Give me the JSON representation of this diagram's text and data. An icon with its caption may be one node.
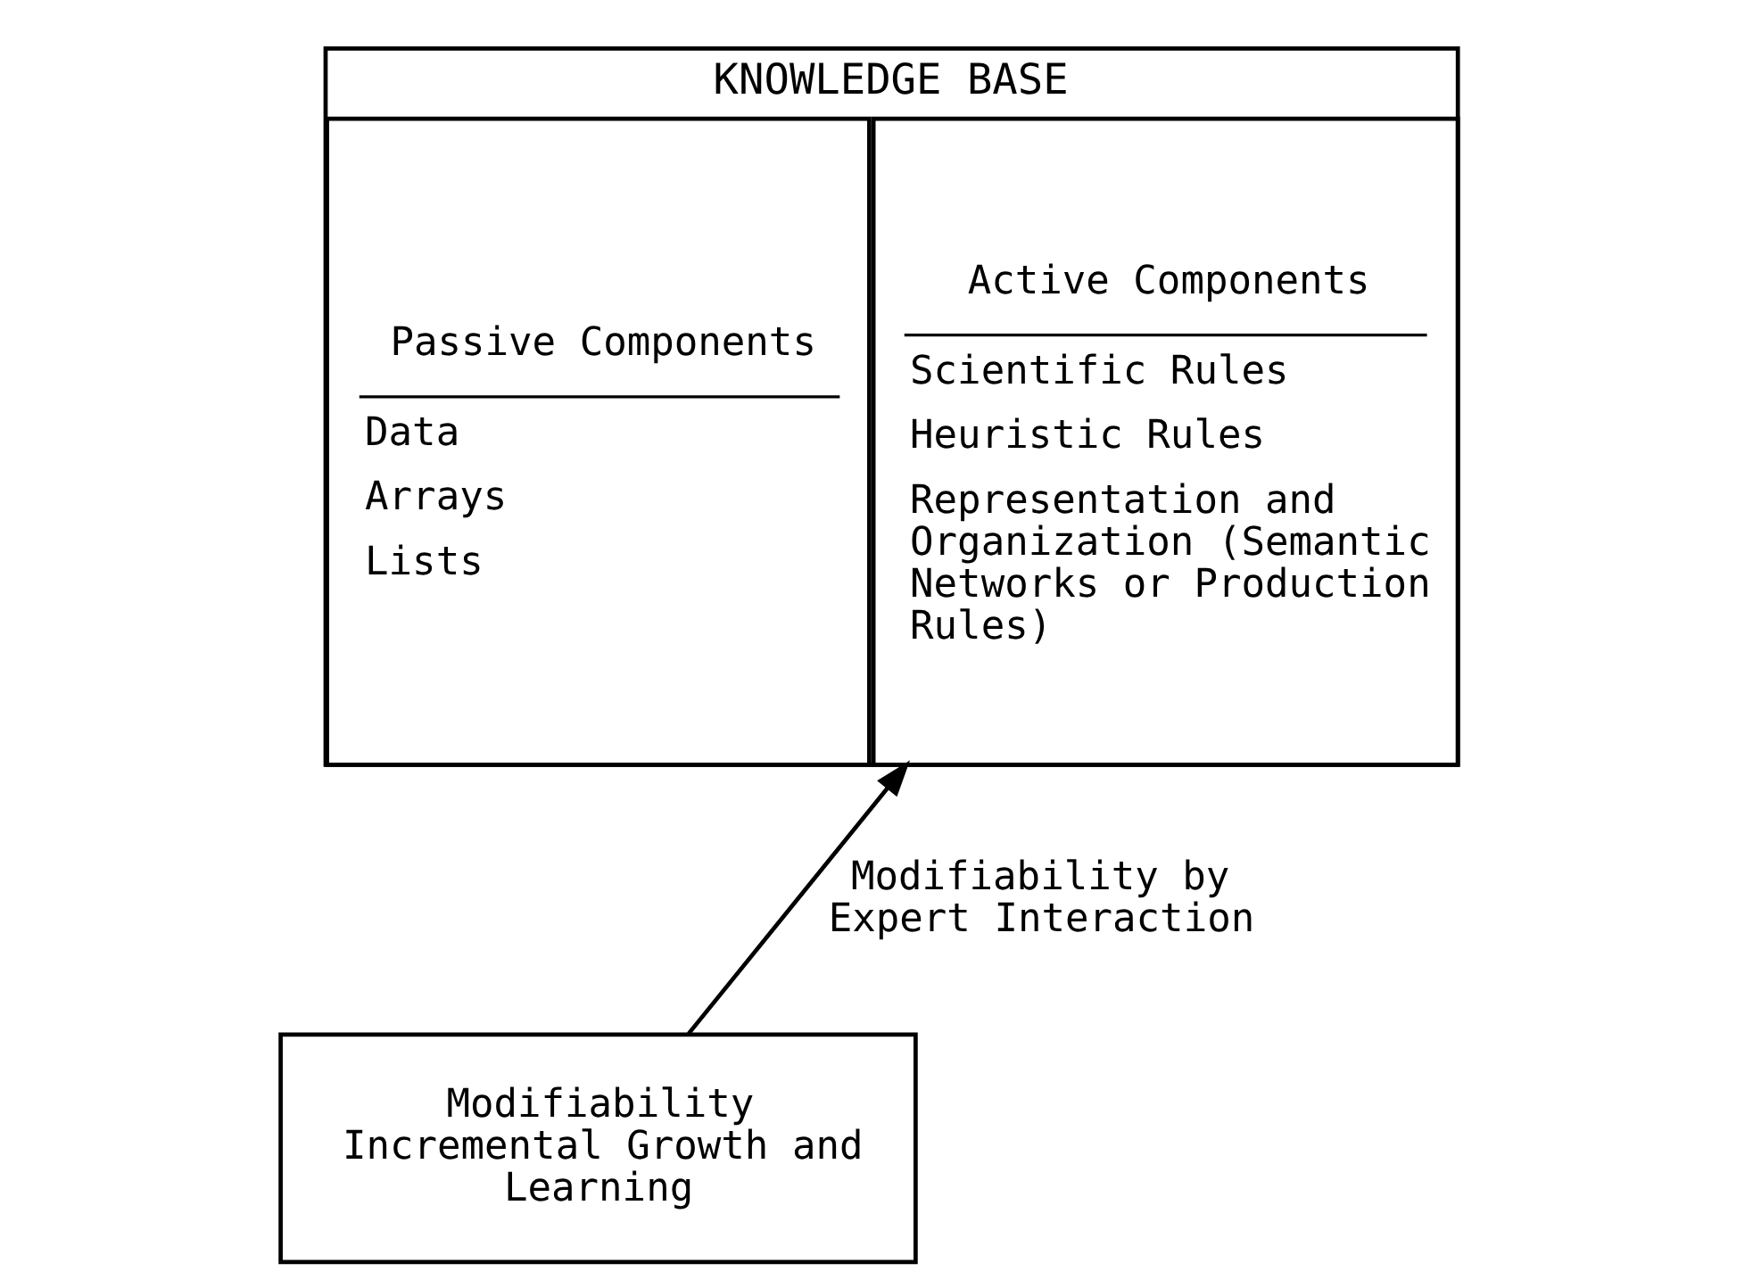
{
  "diagram": {
    "nodes": [
      {
        "text": [
          "KNOWLEDGE BASE"
        ]
      },
      {
        "text": [
          "Passive Components",
          "Data",
          "Arrays",
          "Lists"
        ],
        "in": 0
      },
      {
        "text": [
          "Active Components",
          "Scientific Rules",
          "Heuristic Rules",
          "Representation and Organization (Semantic Networks or Production Rules)"
        ],
        "in": 0
      },
      {
        "text": [
          "Modifiability Incremental Growth and Learning"
        ]
      }
    ],
    "edges": [
      {
        "from": 3,
        "to": 2,
        "arrow": "to",
        "label": "Modifiability by Expert Interaction"
      }
    ]
  }
}
